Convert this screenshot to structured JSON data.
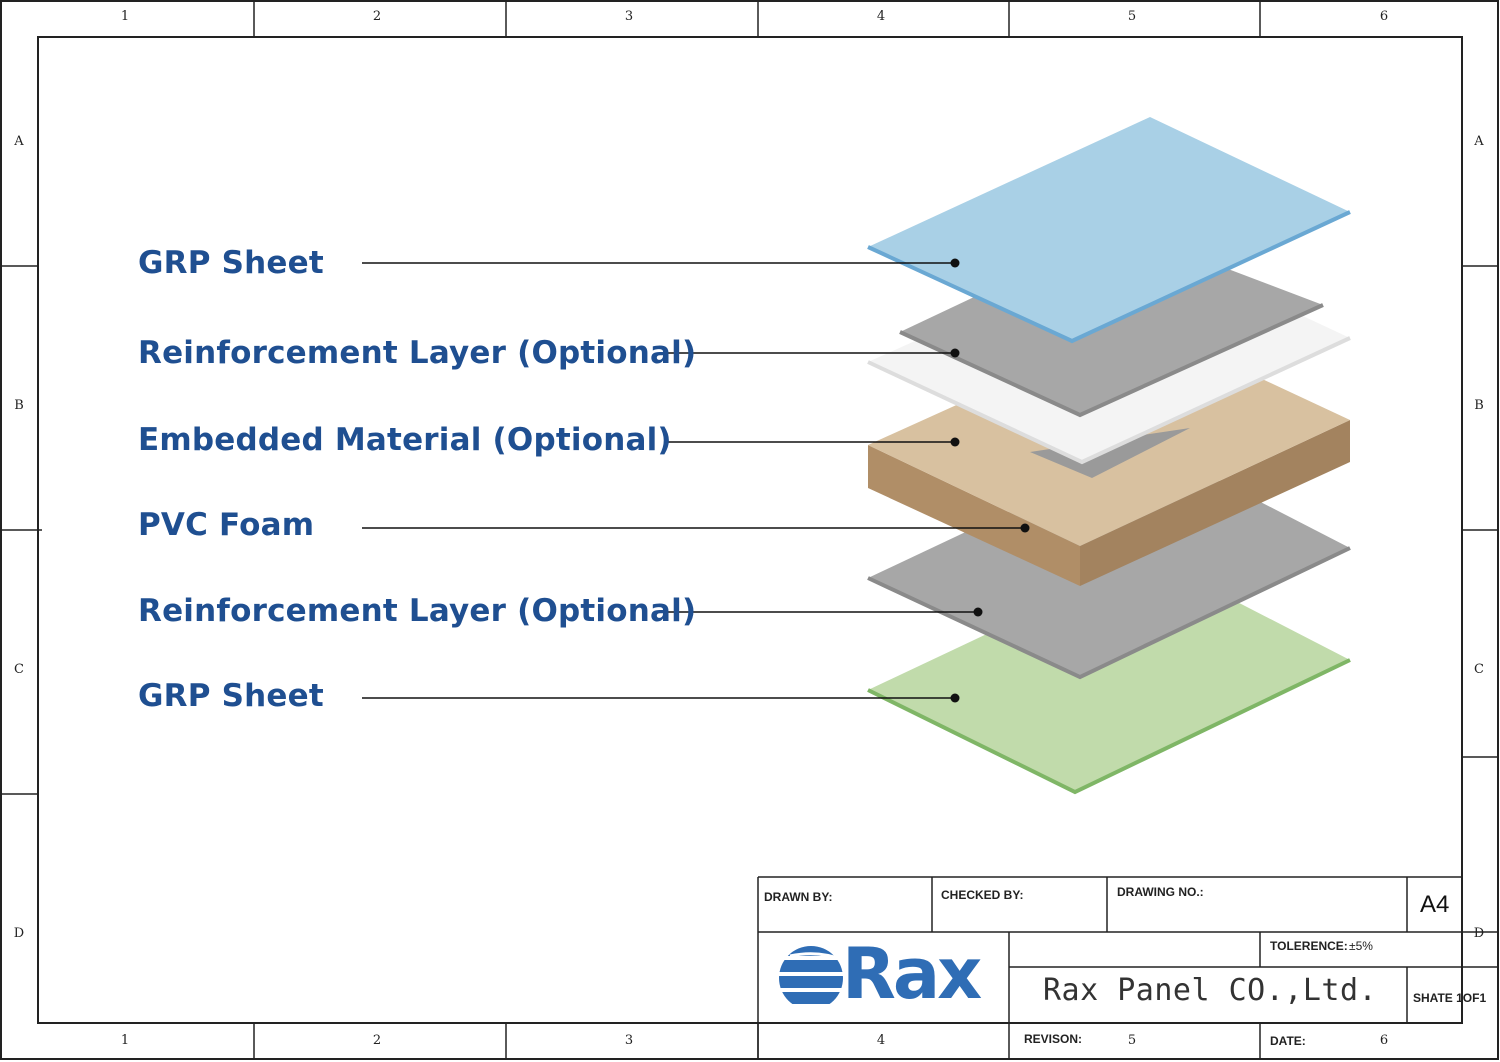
{
  "zones": {
    "columns": [
      "1",
      "2",
      "3",
      "4",
      "5",
      "6"
    ],
    "rows": [
      "A",
      "B",
      "C",
      "D"
    ]
  },
  "layers": [
    {
      "label": "GRP Sheet",
      "color": "#a8cfe6"
    },
    {
      "label": "Reinforcement Layer (Optional)",
      "color": "#a3a3a3"
    },
    {
      "label": "Embedded Material (Optional)",
      "color": "#f3f3f3"
    },
    {
      "label": "PVC Foam",
      "color": "#d8c0a0"
    },
    {
      "label": "Reinforcement Layer (Optional)",
      "color": "#a3a3a3"
    },
    {
      "label": "GRP Sheet",
      "color": "#bfdaa8"
    }
  ],
  "title_block": {
    "drawn_by": "DRAWN BY:",
    "checked_by": "CHECKED BY:",
    "drawing_no": "DRAWING NO.:",
    "size": "A4",
    "tolerance_label": "TOLERENCE:",
    "tolerance_value": "±5%",
    "company": "Rax Panel CO.,Ltd.",
    "sheet": "SHATE 1OF1",
    "revision": "REVISON:",
    "date": "DATE:",
    "logo_text": "Rax"
  },
  "colors": {
    "label_blue": "#1f4f91",
    "logo_blue": "#2f6db5"
  }
}
